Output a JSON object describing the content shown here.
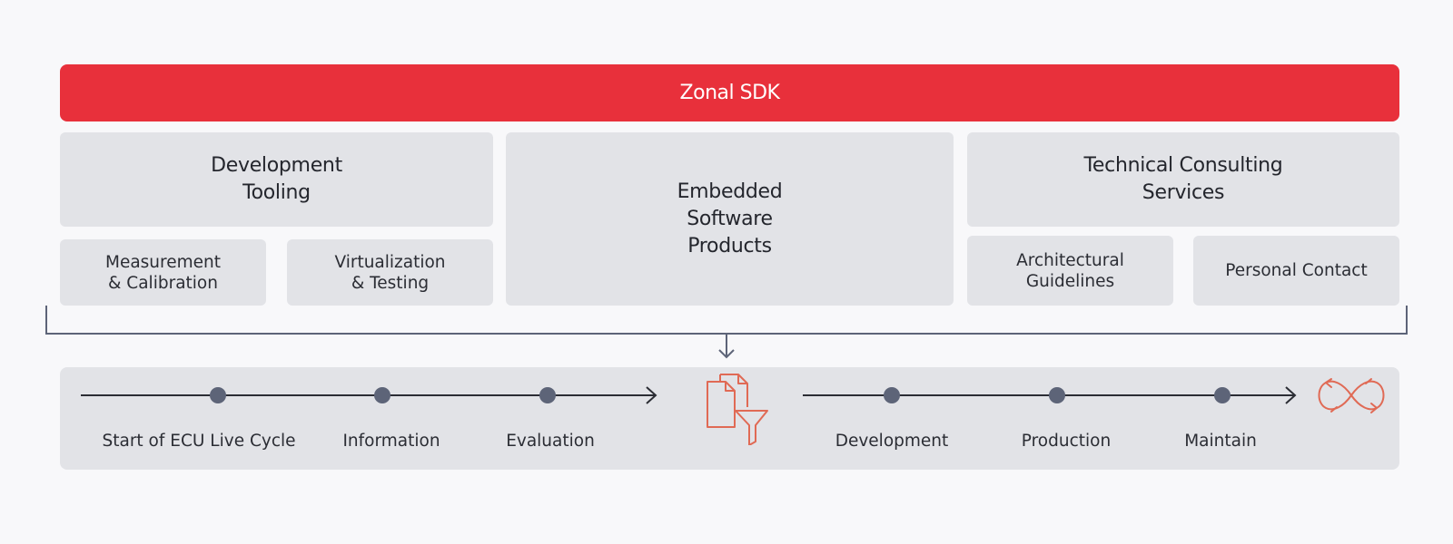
{
  "banner": {
    "title": "Zonal SDK"
  },
  "groups": {
    "dev_tooling": {
      "label": "Development\nTooling"
    },
    "embedded": {
      "label": "Embedded\nSoftware\nProducts"
    },
    "consulting": {
      "label": "Technical Consulting\nServices"
    }
  },
  "sub_items": {
    "measurement": "Measurement\n& Calibration",
    "virtualization": "Virtualization\n& Testing",
    "architectural": "Architectural\nGuidelines",
    "personal_contact": "Personal Contact"
  },
  "timeline": {
    "steps_left": [
      "Start of ECU Live Cycle",
      "Information",
      "Evaluation"
    ],
    "steps_right": [
      "Development",
      "Production",
      "Maintain"
    ]
  },
  "colors": {
    "accent": "#e8303b",
    "box": "#e2e3e7",
    "line": "#2b2d34",
    "dot": "#5d6478",
    "icon": "#e06a55"
  },
  "icons": [
    "down-arrow-icon",
    "document-funnel-icon",
    "infinity-icon"
  ]
}
